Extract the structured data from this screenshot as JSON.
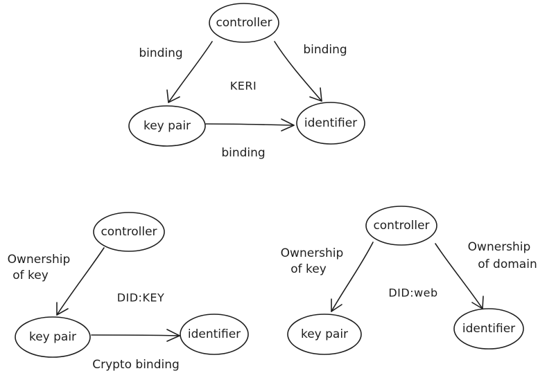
{
  "diagrams": {
    "keri": {
      "title": "KERI",
      "controller": "controller",
      "key_pair": "key pair",
      "identifier": "identifier",
      "edge_controller_keypair": "binding",
      "edge_controller_identifier": "binding",
      "edge_keypair_identifier": "binding"
    },
    "did_key": {
      "title": "DID:KEY",
      "controller": "controller",
      "key_pair": "key pair",
      "identifier": "identifier",
      "edge_controller_keypair_line1": "Ownership",
      "edge_controller_keypair_line2": "of key",
      "edge_keypair_identifier": "Crypto binding"
    },
    "did_web": {
      "title": "DID:web",
      "controller": "controller",
      "key_pair": "key pair",
      "identifier": "identifier",
      "edge_controller_keypair_line1": "Ownership",
      "edge_controller_keypair_line2": "of key",
      "edge_controller_identifier_line1": "Ownership",
      "edge_controller_identifier_line2": "of domain"
    }
  }
}
